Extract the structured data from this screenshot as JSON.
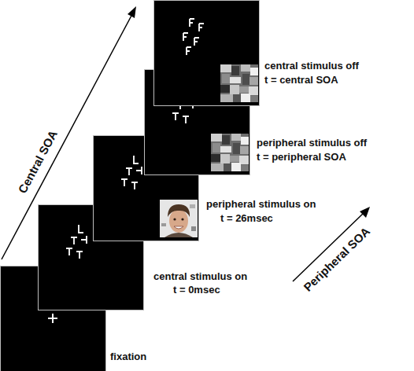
{
  "diagram": {
    "nodes": [
      {
        "text": [
          "fixation"
        ]
      },
      {
        "text": [
          "central stimulus on",
          "t = 0msec"
        ]
      },
      {
        "text": [
          "peripheral stimulus on",
          "t = 26msec"
        ]
      },
      {
        "text": [
          "peripheral stimulus off",
          "t = peripheral SOA"
        ]
      },
      {
        "text": [
          "central stimulus off",
          "t = central SOA"
        ]
      }
    ],
    "labels": [
      "Central SOA",
      "Peripheral SOA"
    ]
  }
}
